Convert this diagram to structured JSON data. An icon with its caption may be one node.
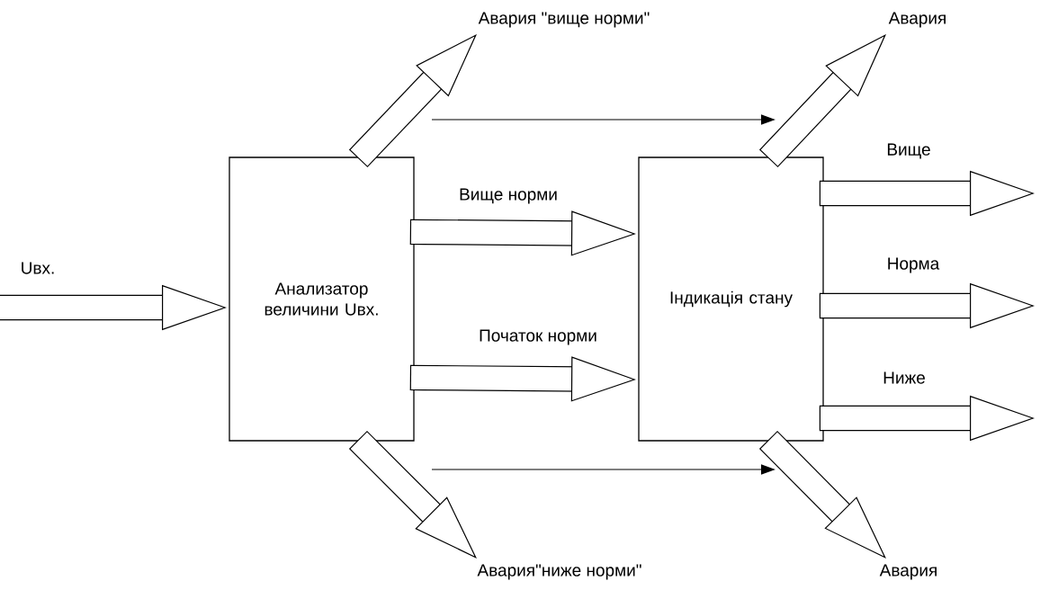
{
  "diagram": {
    "nodes": [
      {
        "text": [
          "Анализатор величини Uвх."
        ]
      },
      {
        "text": [
          "Індикація стану"
        ]
      },
      {
        "text": [
          "Авария \"вище норми\""
        ]
      },
      {
        "text": [
          "Авария"
        ]
      },
      {
        "text": [
          "Авария"
        ]
      },
      {
        "text": [
          "Авария\"ниже норми\""
        ]
      }
    ],
    "edges": [
      {
        "from": null,
        "to": 0,
        "arrow": "to",
        "label": "Uвх."
      },
      {
        "from": 0,
        "to": 1,
        "arrow": "to",
        "label": "Вище норми"
      },
      {
        "from": 0,
        "to": 1,
        "arrow": "to",
        "label": "Початок  норми"
      },
      {
        "from": 0,
        "to": 2,
        "arrow": "to"
      },
      {
        "from": 0,
        "to": 5,
        "arrow": "to"
      },
      {
        "from": 0,
        "to": 1,
        "arrow": "to"
      },
      {
        "from": 0,
        "to": 1,
        "arrow": "to"
      },
      {
        "from": 1,
        "to": 3,
        "arrow": "to"
      },
      {
        "from": 1,
        "to": 4,
        "arrow": "to"
      },
      {
        "from": 1,
        "to": null,
        "arrow": "to",
        "label": "Вище"
      },
      {
        "from": 1,
        "to": null,
        "arrow": "to",
        "label": "Норма"
      },
      {
        "from": 1,
        "to": null,
        "arrow": "to",
        "label": "Ниже"
      }
    ]
  }
}
